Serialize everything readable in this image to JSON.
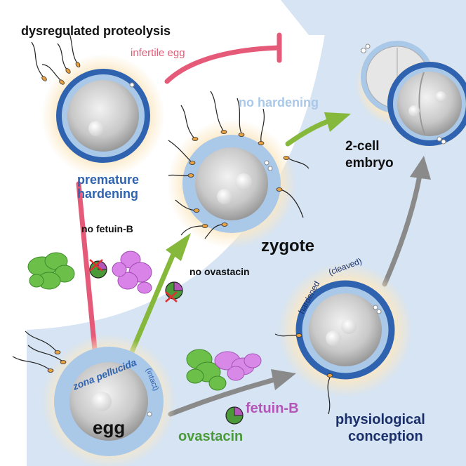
{
  "labels": {
    "dysregulated_proteolysis": "dysregulated proteolysis",
    "infertile_egg": "infertile egg",
    "no_hardening": "no hardening",
    "two_cell_line1": "2-cell",
    "two_cell_line2": "embryo",
    "premature_line1": "premature",
    "premature_line2": "hardening",
    "no_fetuin_b": "no fetuin-B",
    "zygote": "zygote",
    "no_ovastacin": "no ovastacin",
    "hardened": "hardened",
    "cleaved": "(cleaved)",
    "zona_pellucida": "zona pellucida",
    "intact": "(intact)",
    "egg": "egg",
    "fetuin_b": "fetuin-B",
    "ovastacin": "ovastacin",
    "physiological_line1": "physiological",
    "physiological_line2": "conception"
  },
  "colors": {
    "panel_blue": "#d6e4f3",
    "zona_dark": "#2f63b0",
    "zona_light": "#aac8e8",
    "halo": "#fbe8c4",
    "red_path": "#e55a78",
    "green_path": "#86b83c",
    "gray_path": "#8a8a8a",
    "fetuin_purple": "#b455b8",
    "ovastacin_green": "#4a9a3a",
    "text_dark": "#1a2f6a",
    "text_black": "#111111"
  }
}
